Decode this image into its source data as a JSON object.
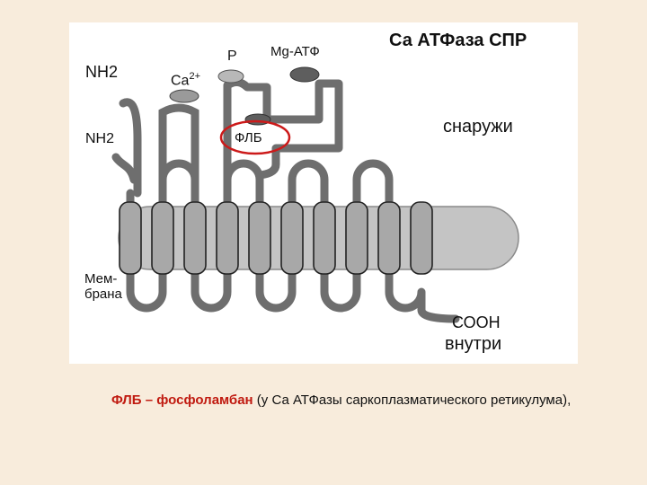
{
  "figure": {
    "title": "Са АТФаза  СПР",
    "side_outside": "снаружи",
    "side_inside": "внутри",
    "c_terminus": "СООН",
    "n_terminus_top": "NH2",
    "n_terminus_mid": "NH2",
    "calcium_label": "Ca",
    "calcium_charge": "2+",
    "phosphate_label": "P",
    "mgatp_label": "Mg-АТФ",
    "plb_label": "ФЛБ",
    "membrane_label": "Мем-\nбрана",
    "helix_count": 10,
    "colors": {
      "chain": "#6e6e6e",
      "helix": "#a8a8a8",
      "membrane": "#c4c4c4",
      "plb_circle": "#cc1a1a"
    }
  },
  "caption": {
    "term": "ФЛБ – фосфоламбан",
    "text": " (у Са АТФазы саркоплазматического ретикулума),"
  }
}
